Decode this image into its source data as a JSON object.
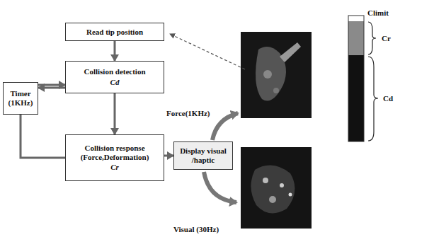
{
  "diagram": {
    "nodes": [
      {
        "text": [
          "Read tip position"
        ]
      },
      {
        "text": [
          "Collision detection",
          "Cd"
        ]
      },
      {
        "text": [
          "Collision response (Force,Deformation)",
          "Cr"
        ]
      },
      {
        "text": [
          "Timer (1KHz)"
        ]
      },
      {
        "text": [
          "Display visual /haptic"
        ]
      }
    ],
    "edges": [
      {
        "from": 0,
        "to": 1,
        "arrow": "to"
      },
      {
        "from": 1,
        "to": 2,
        "arrow": "to"
      },
      {
        "from": 1,
        "to": 3,
        "arrow": "to"
      },
      {
        "from": 2,
        "to": 3,
        "arrow": "none"
      },
      {
        "from": 3,
        "to": 0,
        "arrow": "to"
      },
      {
        "from": 2,
        "to": 4,
        "arrow": "to"
      }
    ],
    "labels": [
      "Force(1KHz)",
      "Visual (30Hz)",
      "Climit",
      "Cr",
      "Cd"
    ]
  }
}
